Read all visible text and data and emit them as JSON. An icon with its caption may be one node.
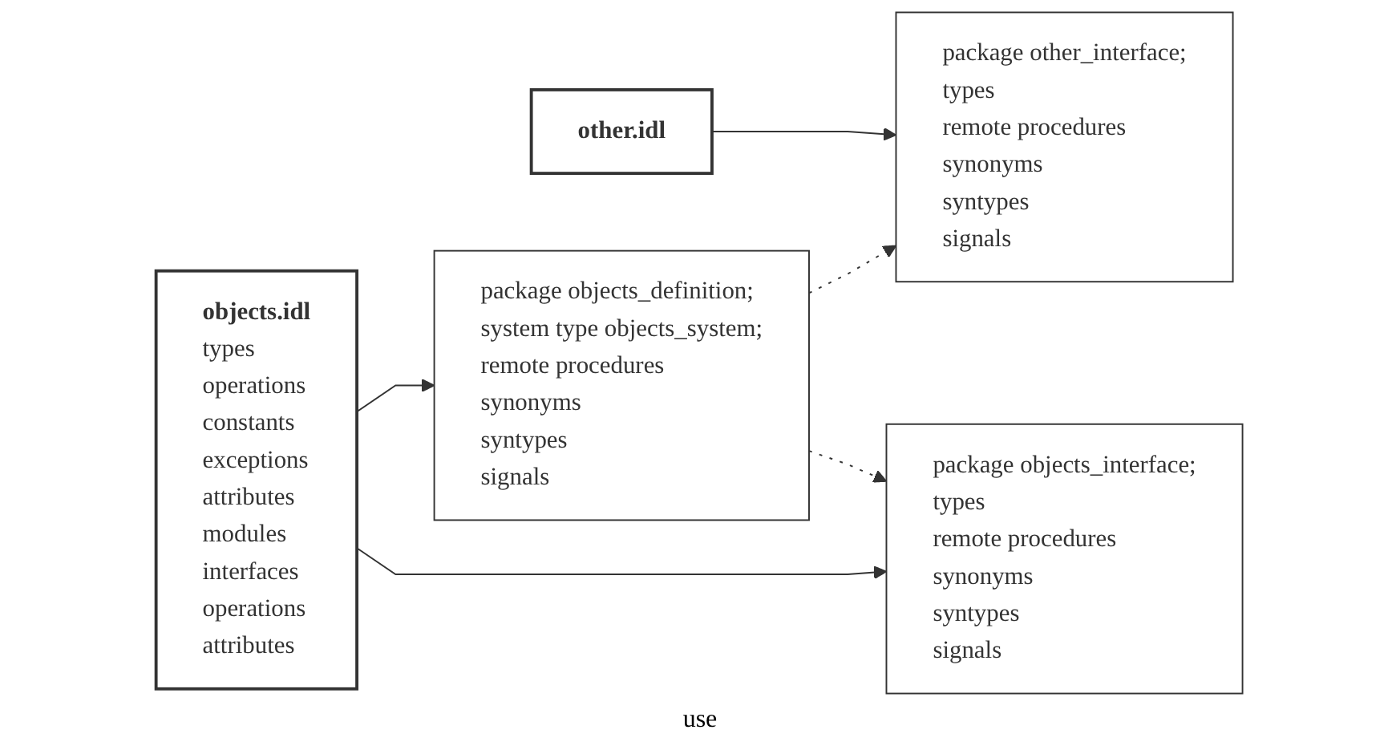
{
  "diagram": {
    "nodes": [
      {
        "text": [
          "objects.idl",
          "types",
          "operations",
          "constants",
          "exceptions",
          "attributes",
          "modules",
          "interfaces",
          "operations",
          "attributes"
        ]
      },
      {
        "text": [
          "package objects_interface;",
          "types",
          "remote procedures",
          "synonyms",
          "syntypes",
          "signals"
        ]
      },
      {
        "text": [
          "other.idl"
        ]
      },
      {
        "text": [
          "package other_interface;",
          "types",
          "remote procedures",
          "synonyms",
          "syntypes",
          "signals"
        ]
      },
      {
        "text": [
          "package objects_definition;",
          "system type objects_system;",
          "remote procedures",
          "synonyms",
          "syntypes",
          "signals"
        ]
      }
    ],
    "edges": [
      {
        "from": 0,
        "to": 1,
        "arrow": "to"
      },
      {
        "from": 0,
        "to": 4,
        "arrow": "to"
      },
      {
        "from": 2,
        "to": 3,
        "arrow": "to"
      },
      {
        "from": 4,
        "to": 1,
        "arrow": "to",
        "style": "dashed"
      },
      {
        "from": 4,
        "to": 3,
        "arrow": "to",
        "style": "dashed"
      }
    ],
    "labels": [
      "use"
    ]
  }
}
